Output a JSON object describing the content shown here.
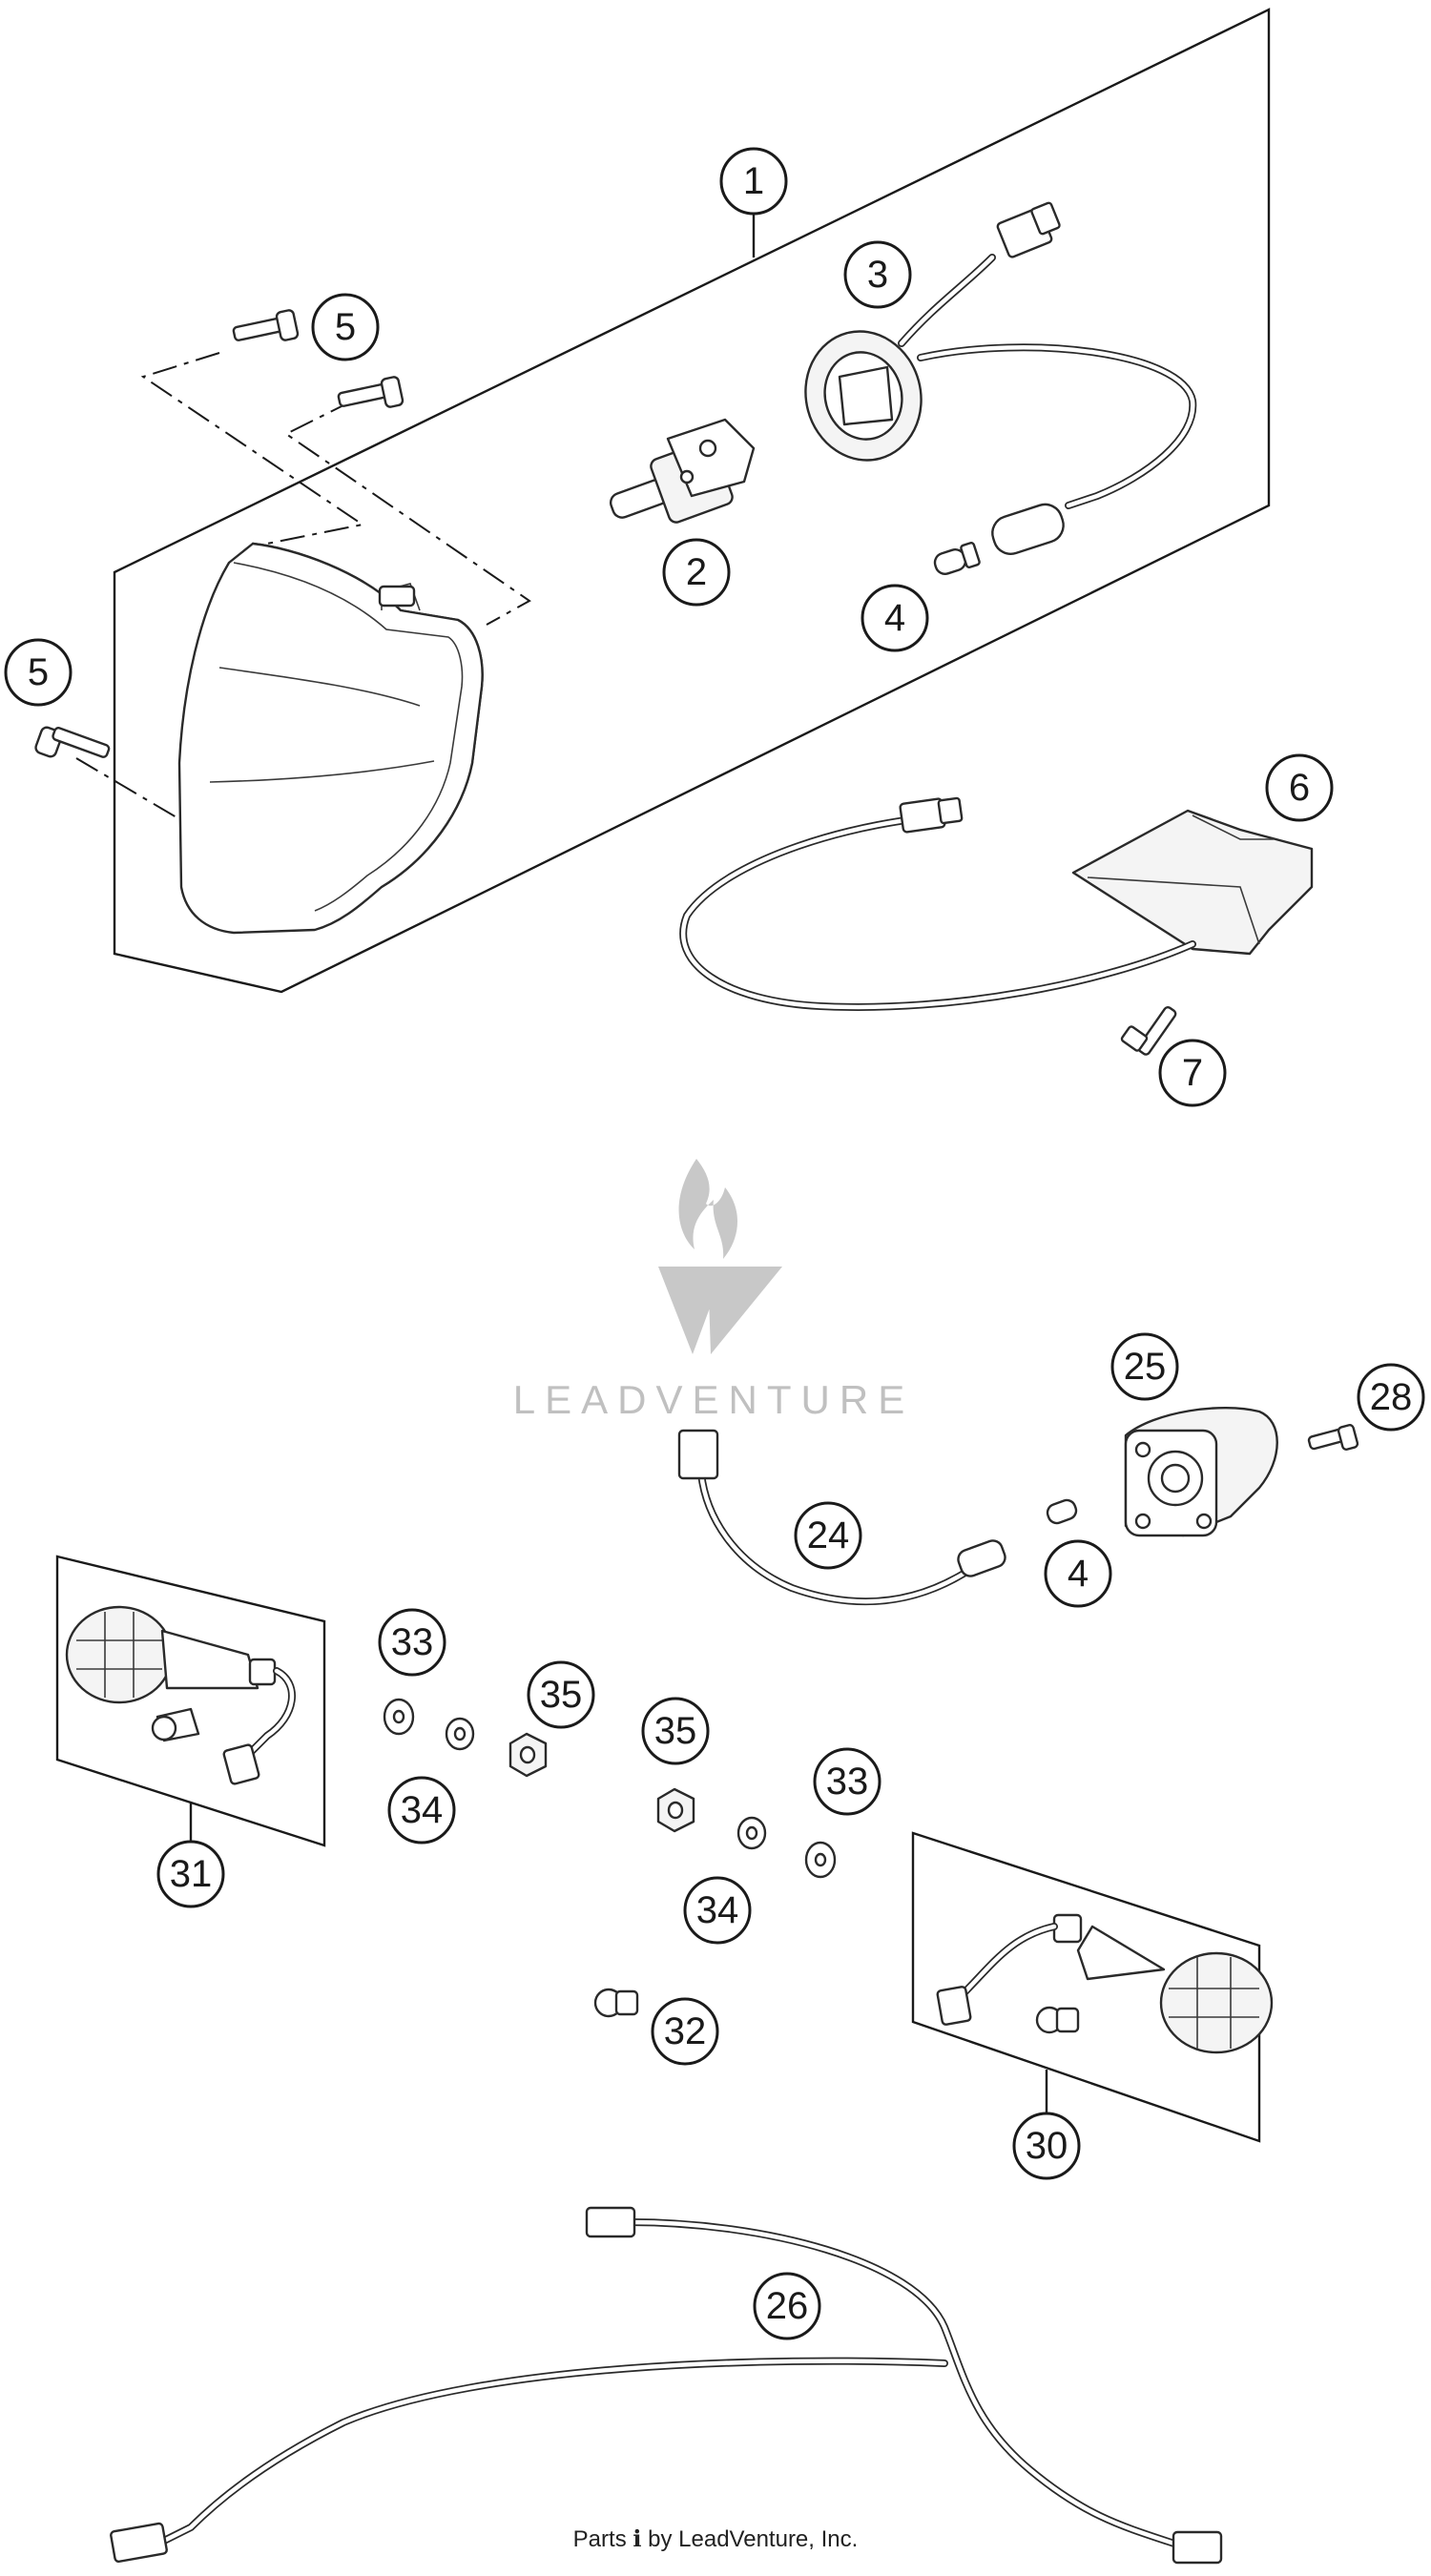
{
  "callouts": [
    {
      "id": "c1",
      "label": "1"
    },
    {
      "id": "c2",
      "label": "2"
    },
    {
      "id": "c3",
      "label": "3"
    },
    {
      "id": "c4a",
      "label": "4"
    },
    {
      "id": "c5a",
      "label": "5"
    },
    {
      "id": "c5b",
      "label": "5"
    },
    {
      "id": "c6",
      "label": "6"
    },
    {
      "id": "c7",
      "label": "7"
    },
    {
      "id": "c25",
      "label": "25"
    },
    {
      "id": "c28",
      "label": "28"
    },
    {
      "id": "c24",
      "label": "24"
    },
    {
      "id": "c4b",
      "label": "4"
    },
    {
      "id": "c33a",
      "label": "33"
    },
    {
      "id": "c35a",
      "label": "35"
    },
    {
      "id": "c34a",
      "label": "34"
    },
    {
      "id": "c35b",
      "label": "35"
    },
    {
      "id": "c33b",
      "label": "33"
    },
    {
      "id": "c34b",
      "label": "34"
    },
    {
      "id": "c31",
      "label": "31"
    },
    {
      "id": "c32",
      "label": "32"
    },
    {
      "id": "c30",
      "label": "30"
    },
    {
      "id": "c26",
      "label": "26"
    }
  ],
  "watermark": {
    "brand": "LEADVENTURE"
  },
  "footer": {
    "credit": "Parts ℹ by LeadVenture, Inc."
  }
}
